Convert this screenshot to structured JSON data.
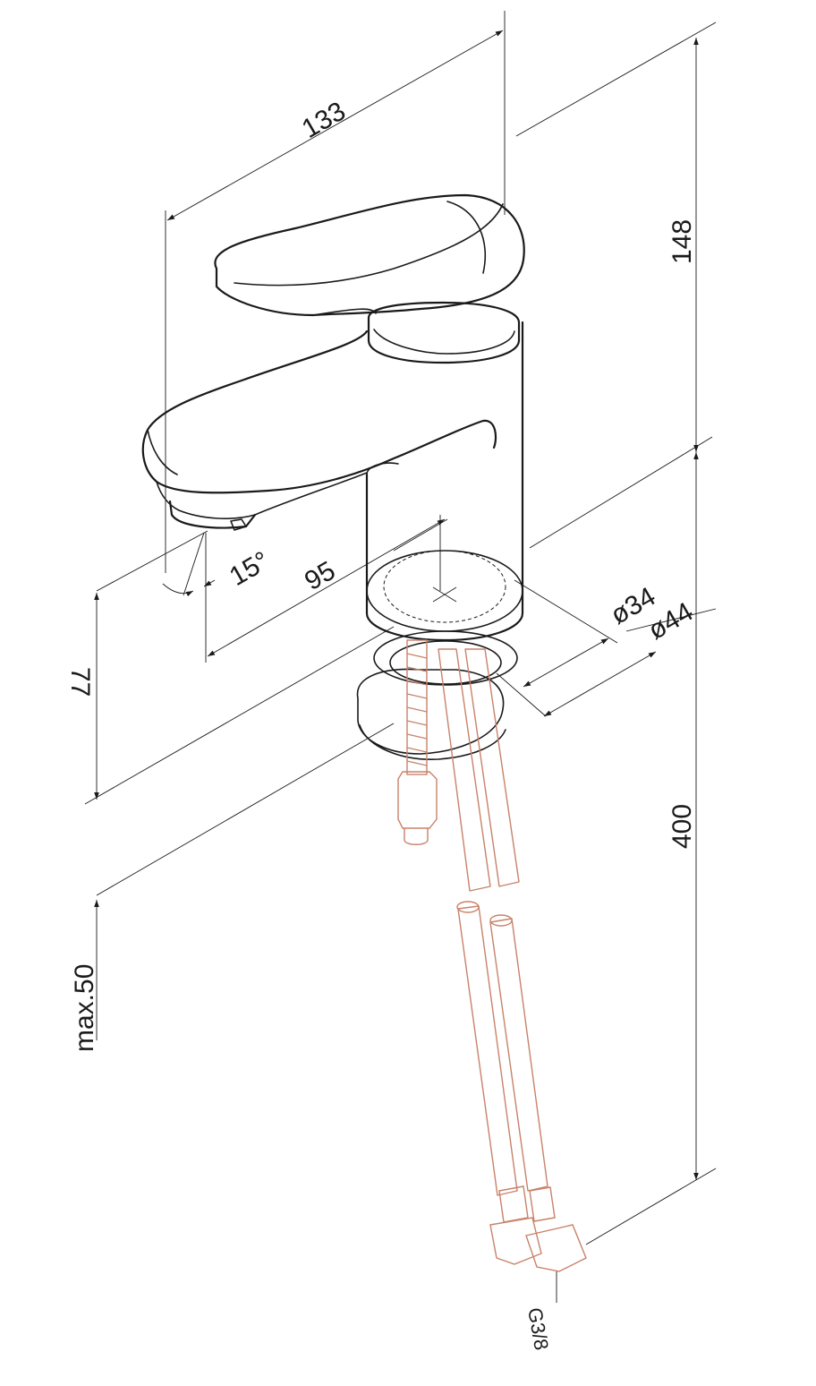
{
  "colors": {
    "line": "#1a1a1a",
    "hose": "#c8826a"
  },
  "dimensions": {
    "length_133": "133",
    "height_148": "148",
    "reach_95": "95",
    "angle_15": "15°",
    "spout_height_77": "77",
    "diameter_34": "ø34",
    "diameter_44": "ø44",
    "height_400": "400",
    "max_thickness": "max.50",
    "thread": "G3/8"
  }
}
